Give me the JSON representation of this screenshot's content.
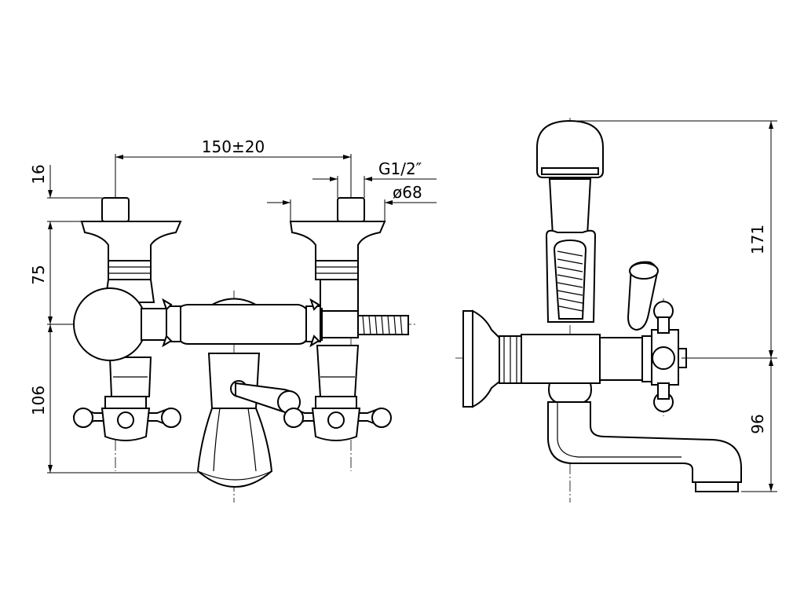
{
  "front_view": {
    "dim_spacing": "150±20",
    "dim_top_height": "16",
    "dim_thread": "G1/2″",
    "dim_flange": "ø68",
    "dim_upper": "75",
    "dim_lower": "106"
  },
  "side_view": {
    "dim_total_height": "171",
    "dim_spout_height": "96"
  }
}
